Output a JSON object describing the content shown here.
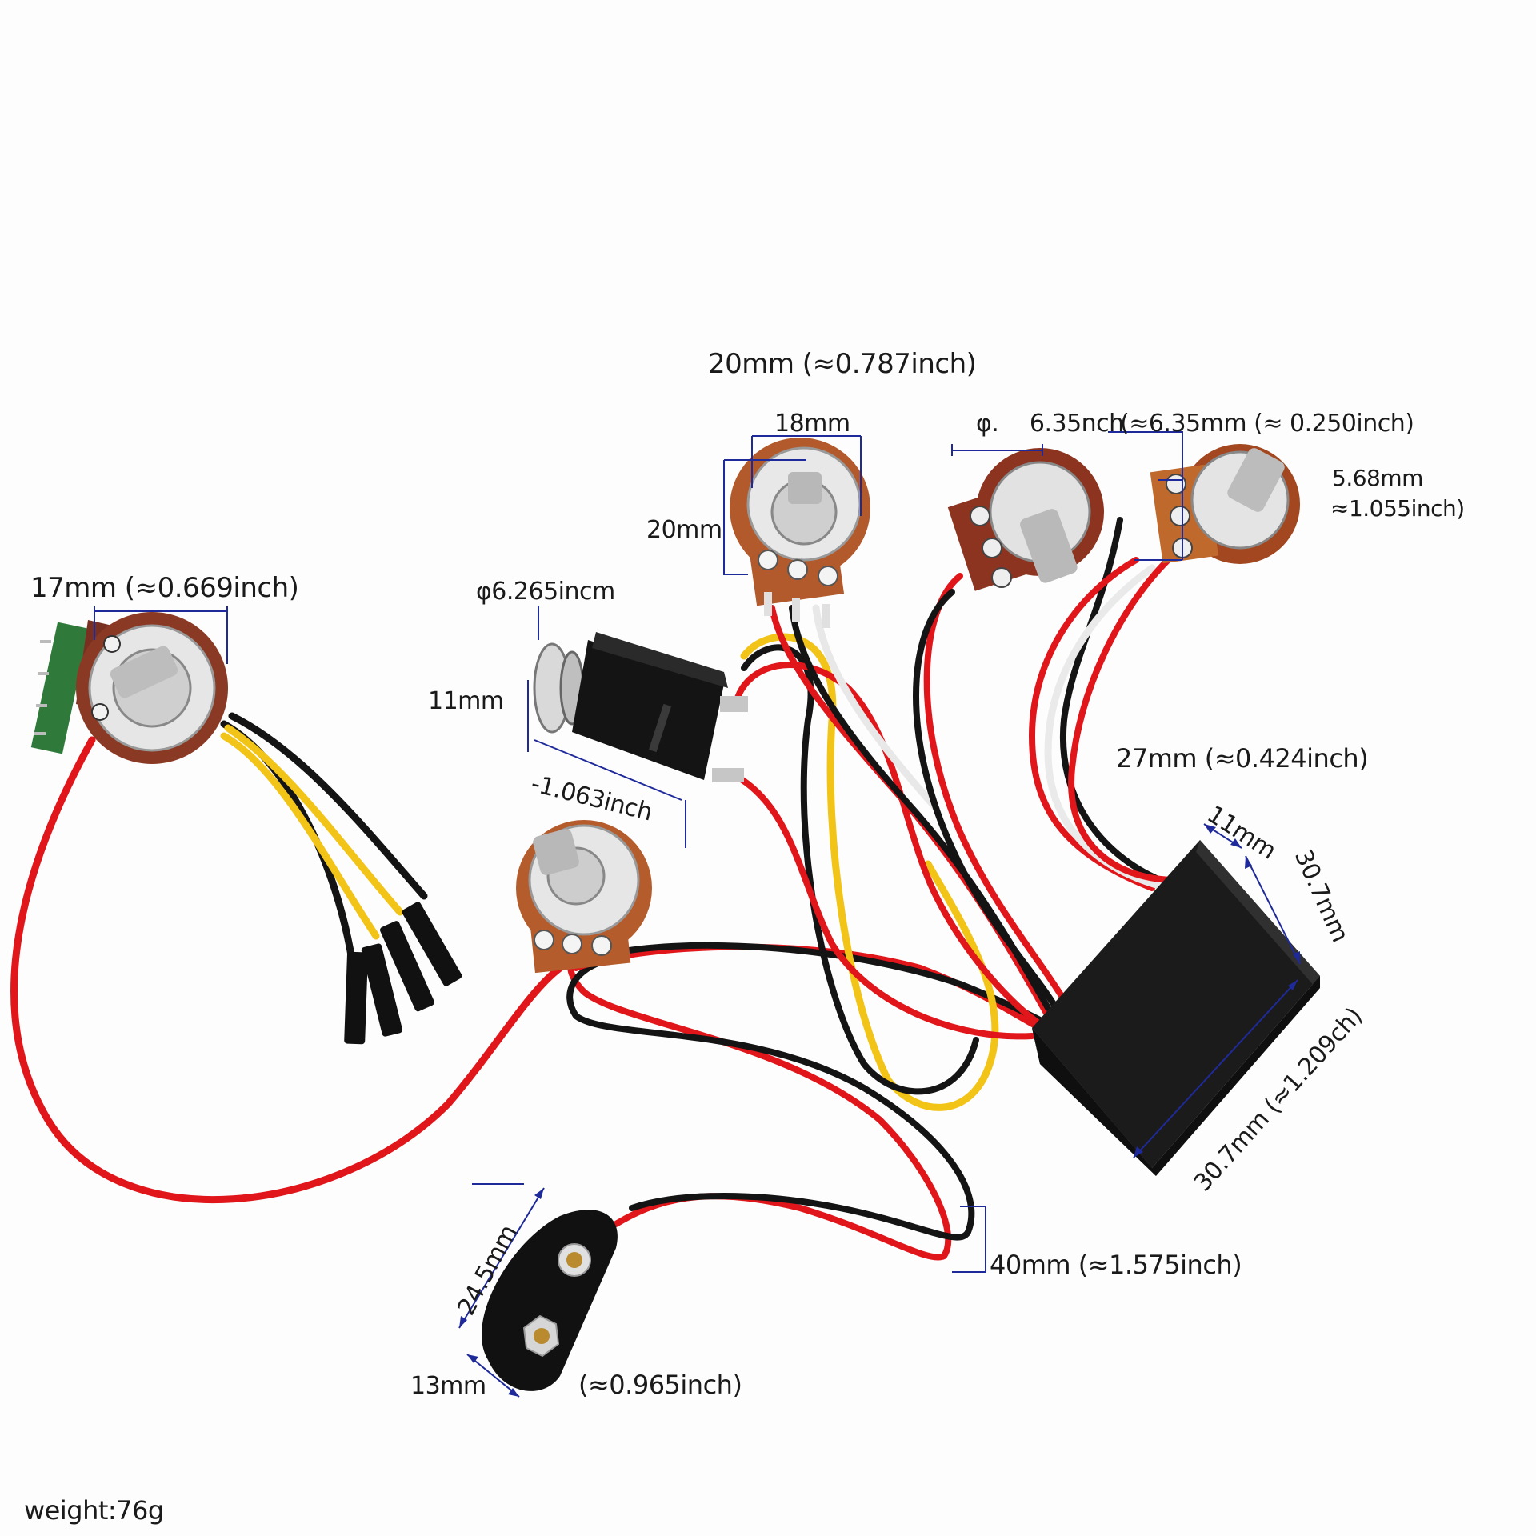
{
  "product": {
    "components": [
      "potentiometer-left-with-pcb",
      "potentiometer-top-center",
      "potentiometer-top-right-1",
      "potentiometer-top-right-2",
      "potentiometer-middle",
      "output-jack",
      "preamp-box",
      "battery-snap-9v",
      "dupont-connectors"
    ],
    "wire_colors": {
      "red": "#e0161b",
      "black": "#141414",
      "yellow": "#f2c418",
      "white": "#f2f2f2"
    },
    "dimension_line_color": "#1f2a9a",
    "pot_body_color": "#a8542a",
    "box_color": "#1b1b1b"
  },
  "labels": {
    "top_pot_overall": "20mm (≈0.787inch)",
    "top_pot_width": "18mm",
    "top_pot_height": "20mm",
    "shaft_diameter": "φ.  6.35nch",
    "shaft_diameter_mm": "(≈6.35mm (≈ 0.250inch)",
    "shaft_length": "5.68mm",
    "shaft_length_inch": "≈1.055inch)",
    "left_pot_width": "17mm (≈0.669inch)",
    "jack_diameter": "φ6.265incm",
    "jack_height": "11mm",
    "jack_length": "-1.063inch",
    "box_length_label": "27mm (≈0.424inch)",
    "box_height": "11mm",
    "box_width": "30.7mm",
    "box_depth": "30.7mm (≈1.209ch)",
    "battery_lead": "40mm (≈1.575inch)",
    "battery_width": "24.5mm",
    "battery_thickness": "13mm",
    "battery_inch": "(≈0.965inch)",
    "weight": "weight:76g"
  }
}
